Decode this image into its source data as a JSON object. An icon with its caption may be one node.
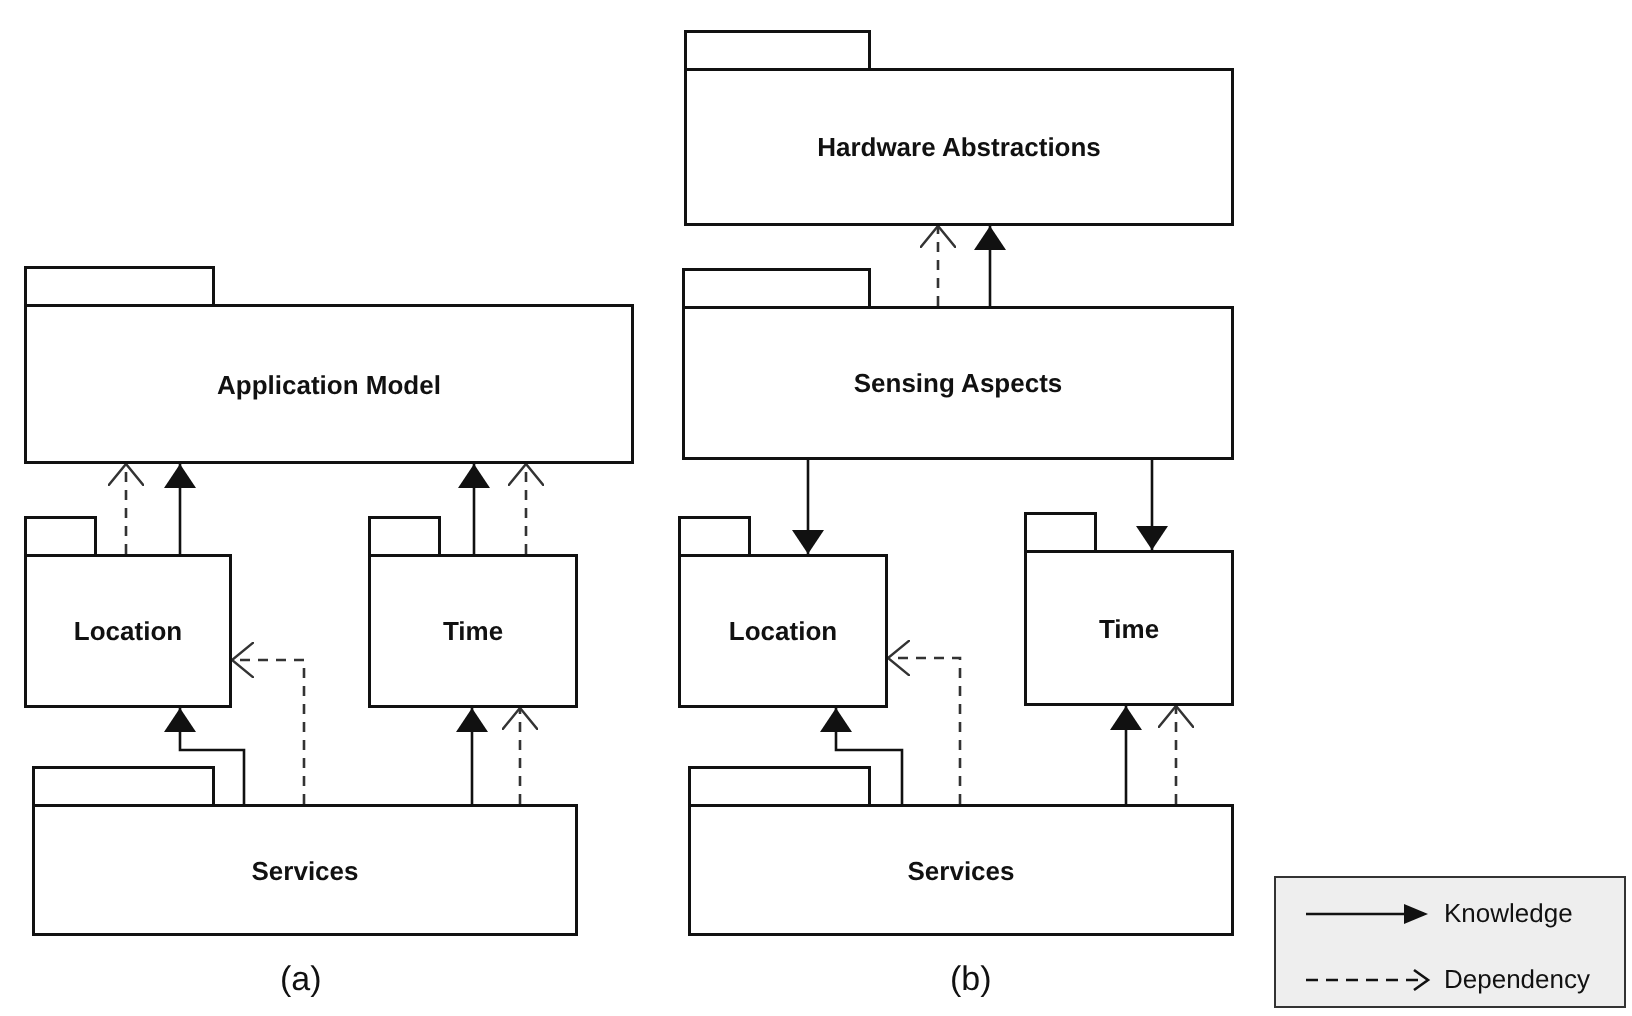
{
  "diagram": {
    "nodes": [
      {
        "text": [
          "Application Model"
        ]
      },
      {
        "text": [
          "Location"
        ]
      },
      {
        "text": [
          "Time"
        ]
      },
      {
        "text": [
          "Services"
        ]
      },
      {
        "text": [
          "Hardware Abstractions"
        ]
      },
      {
        "text": [
          "Sensing Aspects"
        ]
      },
      {
        "text": [
          "Location"
        ]
      },
      {
        "text": [
          "Time"
        ]
      },
      {
        "text": [
          "Services"
        ]
      }
    ],
    "edges": [
      {
        "from": 1,
        "to": 0,
        "arrow": "to",
        "style": "dashed"
      },
      {
        "from": 1,
        "to": 0,
        "arrow": "to"
      },
      {
        "from": 2,
        "to": 0,
        "arrow": "to"
      },
      {
        "from": 2,
        "to": 0,
        "arrow": "to",
        "style": "dashed"
      },
      {
        "from": 3,
        "to": 1,
        "arrow": "to"
      },
      {
        "from": 3,
        "to": 1,
        "arrow": "to",
        "style": "dashed"
      },
      {
        "from": 3,
        "to": 2,
        "arrow": "to"
      },
      {
        "from": 3,
        "to": 2,
        "arrow": "to",
        "style": "dashed"
      },
      {
        "from": 5,
        "to": 4,
        "arrow": "to",
        "style": "dashed"
      },
      {
        "from": 5,
        "to": 4,
        "arrow": "to"
      },
      {
        "from": 5,
        "to": 6,
        "arrow": "to"
      },
      {
        "from": 5,
        "to": 7,
        "arrow": "to"
      },
      {
        "from": 8,
        "to": 6,
        "arrow": "to"
      },
      {
        "from": 8,
        "to": 6,
        "arrow": "to",
        "style": "dashed"
      },
      {
        "from": 8,
        "to": 7,
        "arrow": "to"
      },
      {
        "from": 8,
        "to": 7,
        "arrow": "to",
        "style": "dashed"
      }
    ],
    "labels": [
      "(a)",
      "(b)"
    ],
    "legend": [
      {
        "text": "Knowledge"
      },
      {
        "text": "Dependency"
      }
    ]
  }
}
